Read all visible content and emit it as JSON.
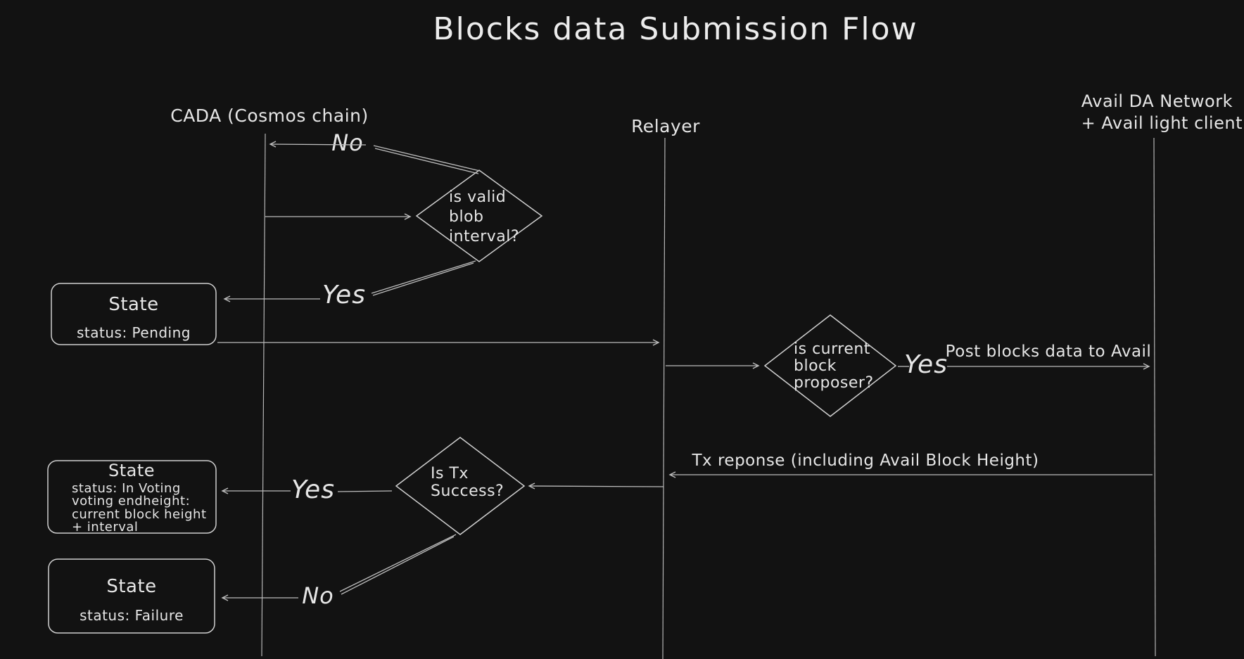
{
  "diagram_title": "Blocks data Submission Flow",
  "lifelines": {
    "cada": {
      "label": "CADA (Cosmos chain)"
    },
    "relayer": {
      "label": "Relayer"
    },
    "avail": {
      "label_line1": "Avail DA Network",
      "label_line2": "+ Avail light client"
    }
  },
  "decisions": {
    "valid_blob_interval": {
      "lines": [
        "is valid",
        "blob",
        "interval?"
      ]
    },
    "current_block_proposer": {
      "lines": [
        "is current",
        "block",
        "proposer?"
      ]
    },
    "tx_success": {
      "lines": [
        "Is Tx",
        "Success?"
      ]
    }
  },
  "states": {
    "pending": {
      "title": "State",
      "lines": [
        "status: Pending"
      ]
    },
    "in_voting": {
      "title": "State",
      "lines": [
        "status: In Voting",
        "voting endheight:",
        "current block height",
        "+ interval"
      ]
    },
    "failure": {
      "title": "State",
      "lines": [
        "status: Failure"
      ]
    }
  },
  "edge_labels": {
    "no_invalid_interval": "No",
    "yes_valid_interval": "Yes",
    "yes_proposer": "Yes",
    "post_blocks": "Post blocks data to Avail",
    "tx_response": "Tx reponse (including Avail Block Height)",
    "yes_tx_success": "Yes",
    "no_tx_failure": "No"
  },
  "colors": {
    "background": "#121212",
    "shape_stroke": "#cfcfcf",
    "edge_stroke": "#bdbdbd",
    "text": "#e6e6e6"
  }
}
